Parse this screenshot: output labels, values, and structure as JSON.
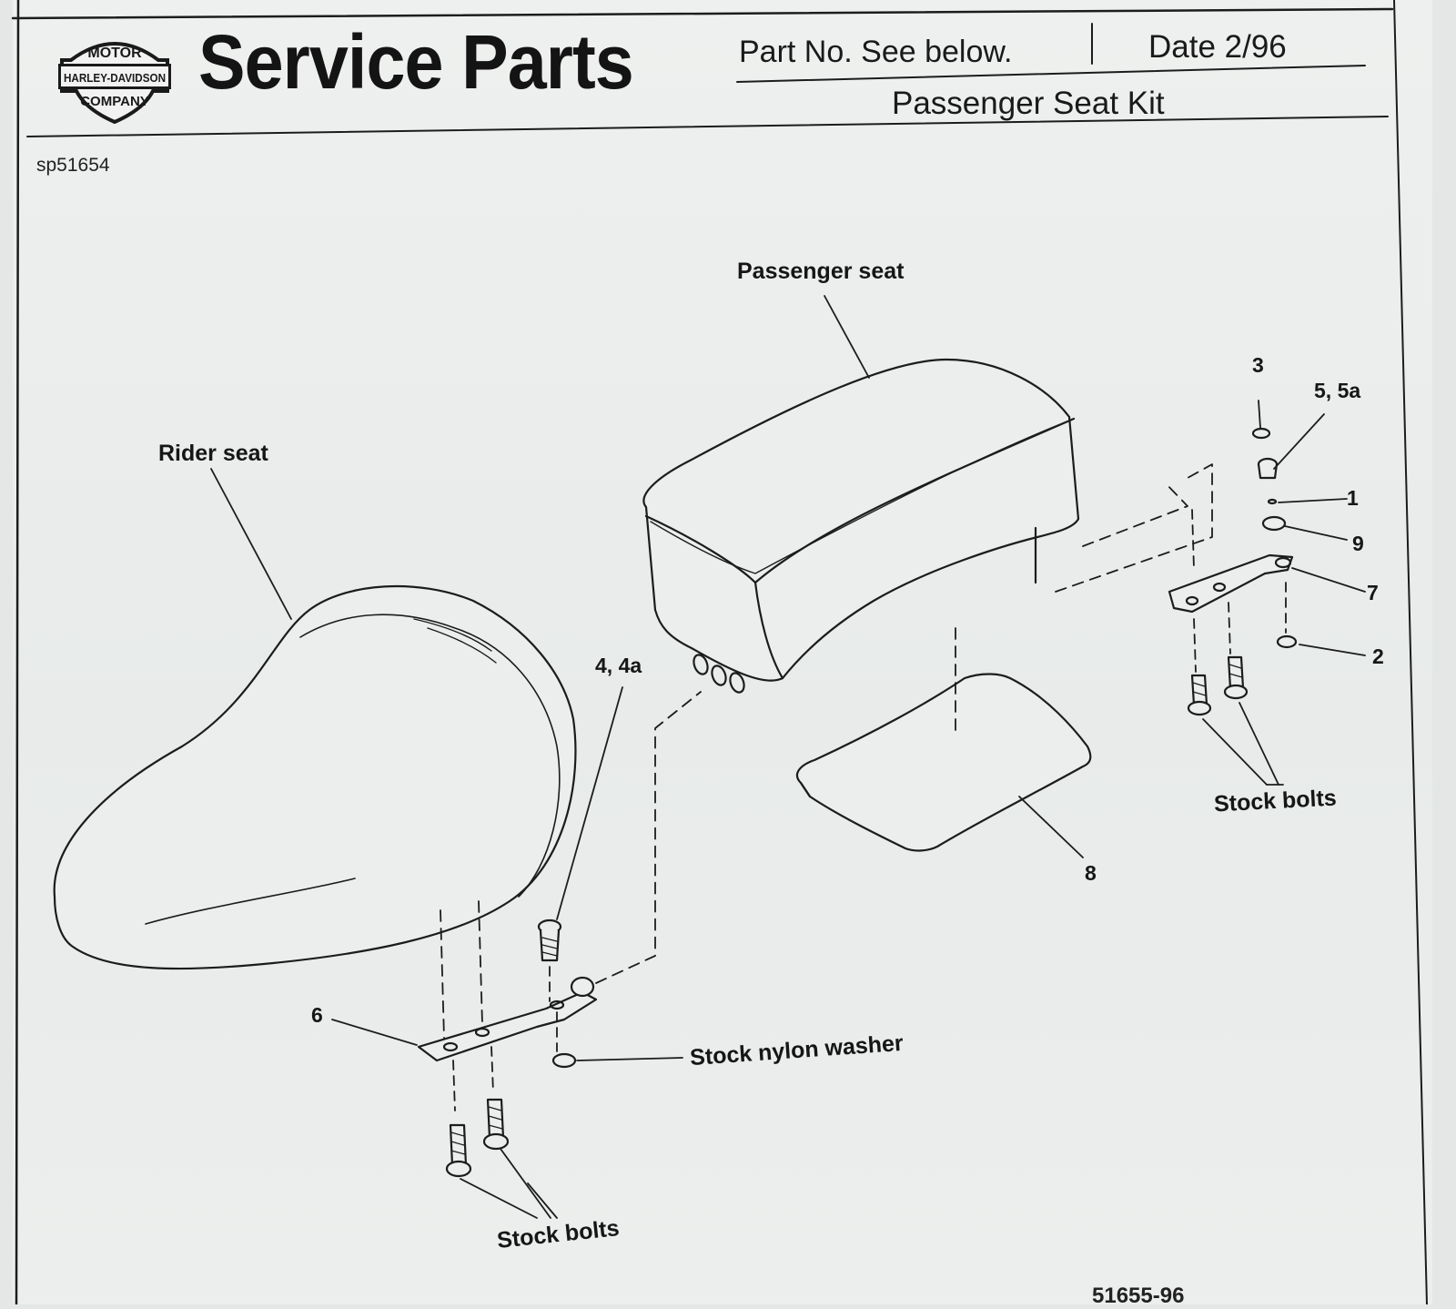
{
  "header": {
    "brand_logo": {
      "icon": "harley-davidson-bar-and-shield-logo",
      "text_top": "MOTOR",
      "text_mid": "HARLEY-DAVIDSON",
      "text_bottom": "COMPANY"
    },
    "title": "Service Parts",
    "part_no": "Part No. See below.",
    "date": "Date 2/96",
    "kit_name": "Passenger Seat Kit"
  },
  "doc_code": "sp51654",
  "bottom_code": "51655-96",
  "diagram": {
    "labels": {
      "passenger_seat": "Passenger seat",
      "rider_seat": "Rider seat",
      "stock_bolts_right": "Stock bolts",
      "stock_bolts_left": "Stock bolts",
      "stock_nylon_washer": "Stock nylon washer"
    },
    "callouts": {
      "c3": "3",
      "c5": "5, 5a",
      "c1": "1",
      "c9": "9",
      "c7": "7",
      "c2": "2",
      "c8": "8",
      "c4": "4, 4a",
      "c6": "6"
    }
  }
}
